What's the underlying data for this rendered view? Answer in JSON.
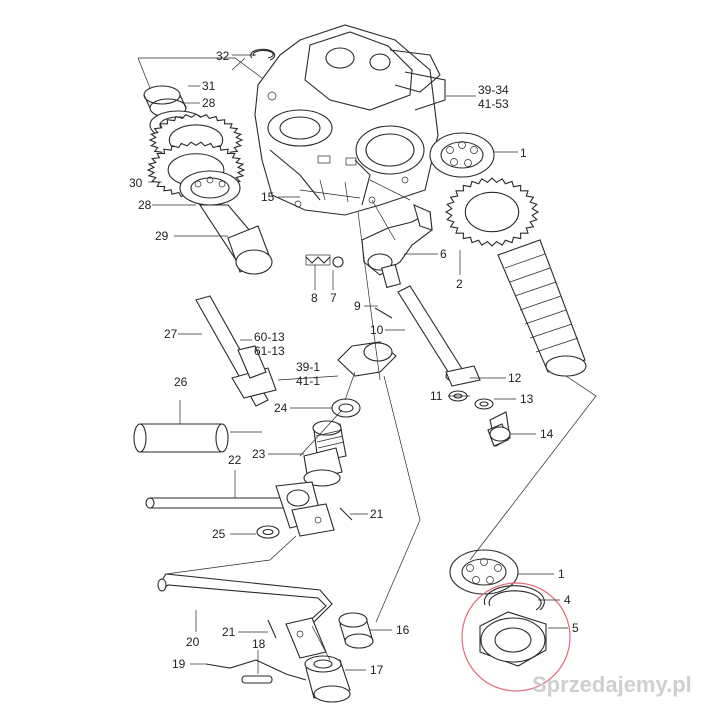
{
  "watermark": "Sprzedajemy.pl",
  "colors": {
    "line": "#2a2a2a",
    "highlight": "#e06a78",
    "watermark": "#cfcfcf"
  },
  "labels": [
    {
      "id": "l1a",
      "text": "1"
    },
    {
      "id": "l1b",
      "text": "1"
    },
    {
      "id": "l2",
      "text": "2"
    },
    {
      "id": "l4",
      "text": "4"
    },
    {
      "id": "l5",
      "text": "5"
    },
    {
      "id": "l6",
      "text": "6"
    },
    {
      "id": "l7",
      "text": "7"
    },
    {
      "id": "l8",
      "text": "8"
    },
    {
      "id": "l9",
      "text": "9"
    },
    {
      "id": "l10",
      "text": "10"
    },
    {
      "id": "l11",
      "text": "11"
    },
    {
      "id": "l12",
      "text": "12"
    },
    {
      "id": "l13",
      "text": "13"
    },
    {
      "id": "l14",
      "text": "14"
    },
    {
      "id": "l15",
      "text": "15"
    },
    {
      "id": "l16",
      "text": "16"
    },
    {
      "id": "l17",
      "text": "17"
    },
    {
      "id": "l18",
      "text": "18"
    },
    {
      "id": "l19",
      "text": "19"
    },
    {
      "id": "l20",
      "text": "20"
    },
    {
      "id": "l21a",
      "text": "21"
    },
    {
      "id": "l21b",
      "text": "21"
    },
    {
      "id": "l22",
      "text": "22"
    },
    {
      "id": "l23",
      "text": "23"
    },
    {
      "id": "l24",
      "text": "24"
    },
    {
      "id": "l25",
      "text": "25"
    },
    {
      "id": "l26",
      "text": "26"
    },
    {
      "id": "l27",
      "text": "27"
    },
    {
      "id": "l28a",
      "text": "28"
    },
    {
      "id": "l28b",
      "text": "28"
    },
    {
      "id": "l29",
      "text": "29"
    },
    {
      "id": "l30",
      "text": "30"
    },
    {
      "id": "l31",
      "text": "31"
    },
    {
      "id": "l32",
      "text": "32"
    },
    {
      "id": "l3934",
      "text": "39-34"
    },
    {
      "id": "l4153",
      "text": "41-53"
    },
    {
      "id": "l6013",
      "text": "60-13"
    },
    {
      "id": "l6113",
      "text": "61-13"
    },
    {
      "id": "l391",
      "text": "39-1"
    },
    {
      "id": "l411",
      "text": "41-1"
    }
  ]
}
